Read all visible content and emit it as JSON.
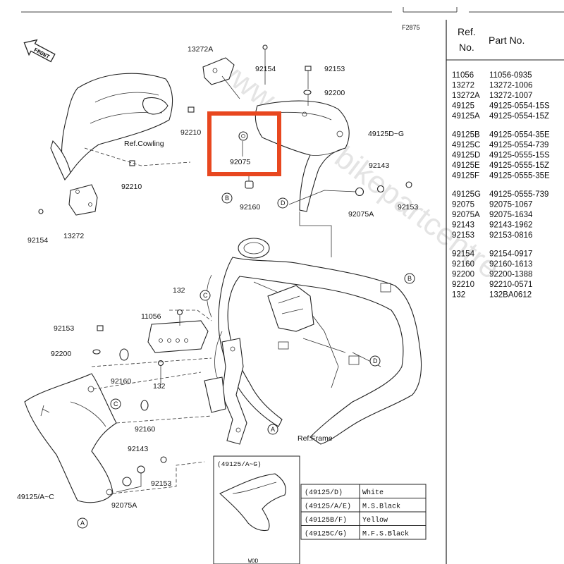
{
  "figure_code": "F2875",
  "front_label": "FRONT",
  "watermark": "www.superbikepartcentre",
  "table_header": {
    "ref": "Ref.\nNo.",
    "part": "Part No."
  },
  "parts_table": [
    [
      {
        "ref": "11056",
        "part": "11056-0935"
      },
      {
        "ref": "13272",
        "part": "13272-1006"
      },
      {
        "ref": "13272A",
        "part": "13272-1007"
      },
      {
        "ref": "49125",
        "part": "49125-0554-15S"
      },
      {
        "ref": "49125A",
        "part": "49125-0554-15Z"
      }
    ],
    [
      {
        "ref": "49125B",
        "part": "49125-0554-35E"
      },
      {
        "ref": "49125C",
        "part": "49125-0554-739"
      },
      {
        "ref": "49125D",
        "part": "49125-0555-15S"
      },
      {
        "ref": "49125E",
        "part": "49125-0555-15Z"
      },
      {
        "ref": "49125F",
        "part": "49125-0555-35E"
      }
    ],
    [
      {
        "ref": "49125G",
        "part": "49125-0555-739"
      },
      {
        "ref": "92075",
        "part": "92075-1067"
      },
      {
        "ref": "92075A",
        "part": "92075-1634"
      },
      {
        "ref": "92143",
        "part": "92143-1962"
      },
      {
        "ref": "92153",
        "part": "92153-0816"
      }
    ],
    [
      {
        "ref": "92154",
        "part": "92154-0917"
      },
      {
        "ref": "92160",
        "part": "92160-1613"
      },
      {
        "ref": "92200",
        "part": "92200-1388"
      },
      {
        "ref": "92210",
        "part": "92210-0571"
      },
      {
        "ref": "132",
        "part": "132BA0612"
      }
    ]
  ],
  "callouts": {
    "c13272A": "13272A",
    "c92154_top": "92154",
    "c92153_top": "92153",
    "c92200_top": "92200",
    "c49125DG": "49125D~G",
    "c92210_a": "92210",
    "c92210_b": "92210",
    "c92075": "92075",
    "c92160_top": "92160",
    "c92143_top": "92143",
    "c92075A_top": "92075A",
    "c92153_right": "92153",
    "c92154_left": "92154",
    "c13272": "13272",
    "ref_cowling": "Ref.Cowling",
    "c132_top": "132",
    "c11056": "11056",
    "c92153_left": "92153",
    "c92200_left": "92200",
    "c92160_mid": "92160",
    "c132_mid": "132",
    "c92160_low": "92160",
    "c92143_low": "92143",
    "c92153_low": "92153",
    "c49125AC": "49125/A~C",
    "c92075A_low": "92075A",
    "ref_frame": "Ref.Frame"
  },
  "circle_markers": {
    "B1": "B",
    "B2": "B",
    "C1": "C",
    "C2": "C",
    "D1": "D",
    "D2": "D",
    "A1": "A",
    "A2": "A"
  },
  "inset": {
    "title": "(49125/A~G)",
    "footer": "WOD"
  },
  "color_table": [
    {
      "ref": "(49125/D)",
      "color": "White"
    },
    {
      "ref": "(49125/A/E)",
      "color": "M.S.Black"
    },
    {
      "ref": "(49125B/F)",
      "color": "Yellow"
    },
    {
      "ref": "(49125C/G)",
      "color": "M.F.S.Black"
    }
  ],
  "highlight_color": "#e8471f"
}
